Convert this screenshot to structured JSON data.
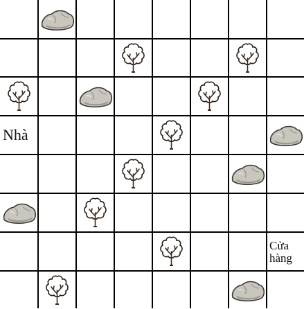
{
  "board": {
    "rows": 8,
    "cols": 8,
    "cells": [
      {
        "row": 0,
        "col": 1,
        "type": "rock"
      },
      {
        "row": 1,
        "col": 3,
        "type": "tree"
      },
      {
        "row": 1,
        "col": 6,
        "type": "tree"
      },
      {
        "row": 2,
        "col": 0,
        "type": "tree"
      },
      {
        "row": 2,
        "col": 2,
        "type": "rock"
      },
      {
        "row": 2,
        "col": 5,
        "type": "tree"
      },
      {
        "row": 3,
        "col": 0,
        "type": "label",
        "text": "Nhà"
      },
      {
        "row": 3,
        "col": 4,
        "type": "tree"
      },
      {
        "row": 3,
        "col": 7,
        "type": "rock"
      },
      {
        "row": 4,
        "col": 3,
        "type": "tree"
      },
      {
        "row": 4,
        "col": 6,
        "type": "rock"
      },
      {
        "row": 5,
        "col": 0,
        "type": "rock"
      },
      {
        "row": 5,
        "col": 2,
        "type": "tree"
      },
      {
        "row": 6,
        "col": 4,
        "type": "tree"
      },
      {
        "row": 6,
        "col": 7,
        "type": "label",
        "lines": [
          "Cửa",
          "hàng"
        ]
      },
      {
        "row": 7,
        "col": 1,
        "type": "tree"
      },
      {
        "row": 7,
        "col": 6,
        "type": "rock"
      }
    ]
  },
  "colors": {
    "grid_line": "#000000",
    "rock_fill": "#c9c6be",
    "rock_shadow": "#9a968c",
    "rock_outline": "#3b3a36",
    "tree_outline": "#2a1e15",
    "tree_trunk": "#3d2b1f"
  }
}
